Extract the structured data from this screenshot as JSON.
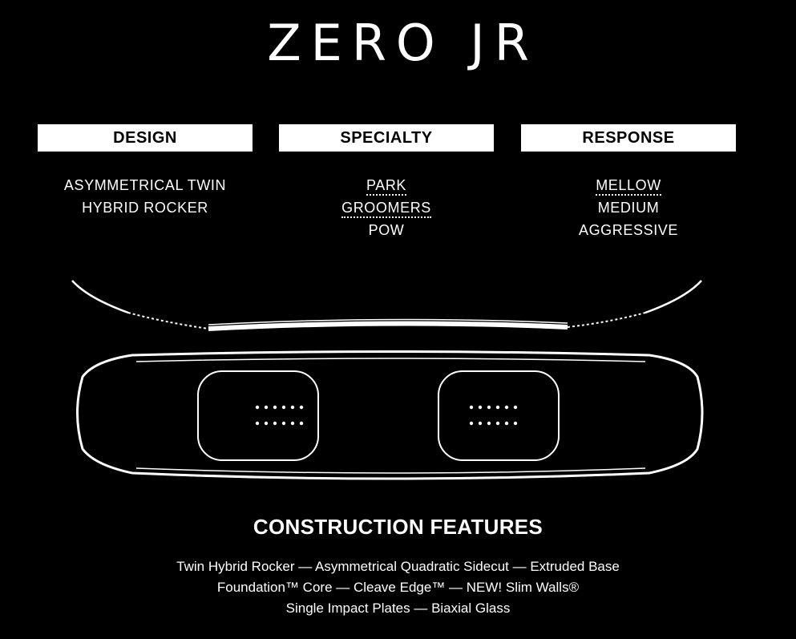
{
  "title": "ZERO JR",
  "columns": [
    {
      "header": "DESIGN",
      "items": [
        {
          "label": "ASYMMETRICAL TWIN",
          "selected": false
        },
        {
          "label": "HYBRID ROCKER",
          "selected": false
        }
      ]
    },
    {
      "header": "SPECIALTY",
      "items": [
        {
          "label": "PARK",
          "selected": true
        },
        {
          "label": "GROOMERS",
          "selected": true
        },
        {
          "label": "POW",
          "selected": false
        }
      ]
    },
    {
      "header": "RESPONSE",
      "items": [
        {
          "label": "MELLOW",
          "selected": true
        },
        {
          "label": "MEDIUM",
          "selected": false
        },
        {
          "label": "AGGRESSIVE",
          "selected": false
        }
      ]
    }
  ],
  "construction": {
    "title": "CONSTRUCTION FEATURES",
    "lines": [
      "Twin Hybrid Rocker — Asymmetrical Quadratic Sidecut — Extruded Base",
      "Foundation™ Core — Cleave Edge™ — NEW! Slim Walls®",
      "Single Impact Plates — Biaxial Glass"
    ]
  },
  "colors": {
    "background": "#000000",
    "foreground": "#ffffff"
  }
}
